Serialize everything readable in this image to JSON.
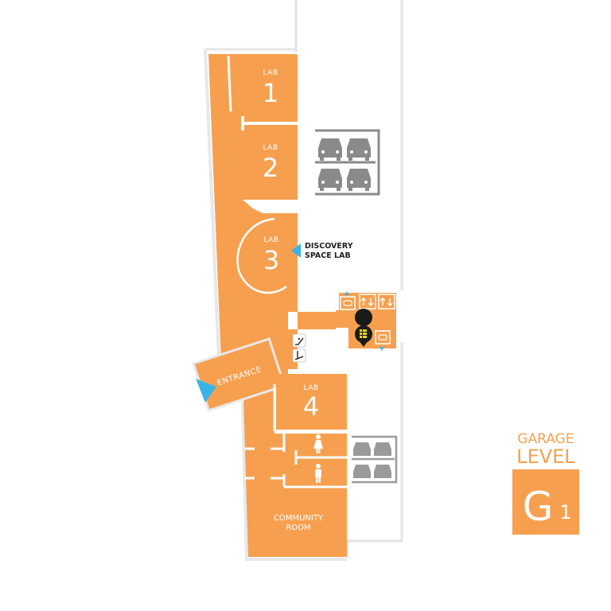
{
  "map": {
    "colors": {
      "room": "#f6a04f",
      "outline": "#e6e6e6",
      "wall": "#ffffff",
      "parking_icon": "#8a8a8a",
      "marker": "#3ab4e6",
      "text_dark": "#222222"
    },
    "rooms": {
      "lab1": {
        "label": "LAB",
        "number": "1"
      },
      "lab2": {
        "label": "LAB",
        "number": "2"
      },
      "lab3": {
        "label": "LAB",
        "number": "3"
      },
      "lab4": {
        "label": "LAB",
        "number": "4"
      },
      "entrance": {
        "label": "ENTRANCE"
      },
      "community_room": {
        "line1": "COMMUNITY",
        "line2": "ROOM"
      }
    },
    "callouts": {
      "discovery_line1": "DISCOVERY",
      "discovery_line2": "SPACE LAB"
    },
    "icons": [
      "parking-icon",
      "elevator-icon",
      "escalator-up-icon",
      "escalator-down-icon",
      "pay-station-icon",
      "womens-restroom-icon",
      "mens-restroom-icon",
      "entrance-marker-icon"
    ]
  },
  "legend": {
    "title_line1": "GARAGE",
    "title_line2": "LEVEL",
    "level_letter": "G",
    "level_number": "1"
  }
}
